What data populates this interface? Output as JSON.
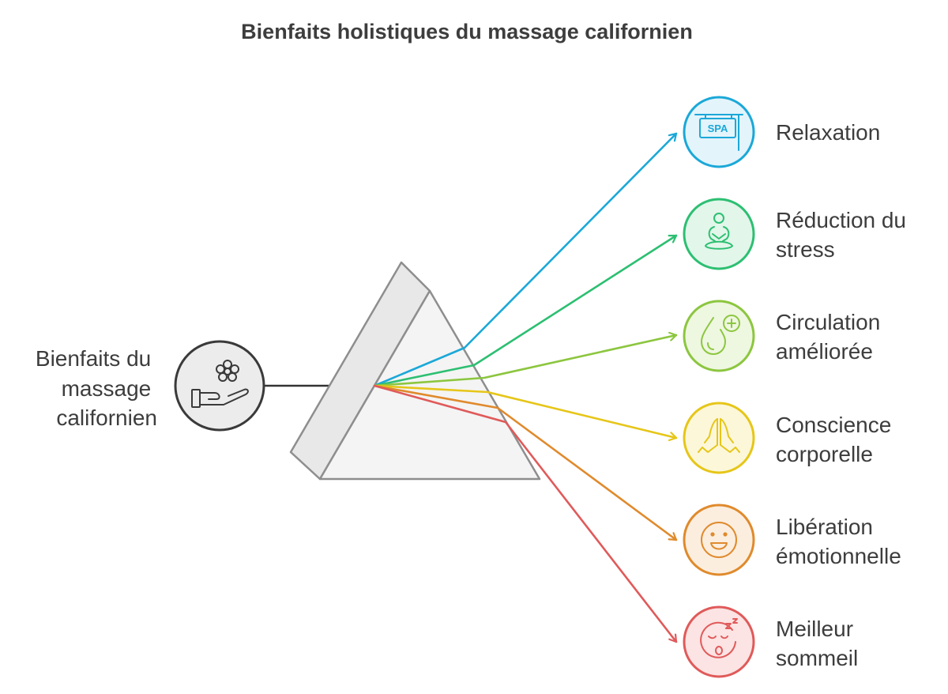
{
  "title": "Bienfaits holistiques du massage californien",
  "source": {
    "lines": [
      "Bienfaits du",
      "massage",
      "californien"
    ],
    "icon": "hand-flower-icon"
  },
  "benefits": [
    {
      "lines": [
        "Relaxation"
      ],
      "icon": "spa-sign-icon",
      "color": "#1ba8d8",
      "fill": "#e3f4fb"
    },
    {
      "lines": [
        "Réduction du",
        "stress"
      ],
      "icon": "meditation-icon",
      "color": "#2dbf72",
      "fill": "#e2f6ea"
    },
    {
      "lines": [
        "Circulation",
        "améliorée"
      ],
      "icon": "blood-drop-plus-icon",
      "color": "#8cc63f",
      "fill": "#eef7e0"
    },
    {
      "lines": [
        "Conscience",
        "corporelle"
      ],
      "icon": "praying-hands-icon",
      "color": "#e6c619",
      "fill": "#fcf7d9"
    },
    {
      "lines": [
        "Libération",
        "émotionnelle"
      ],
      "icon": "smiling-face-icon",
      "color": "#e08a2c",
      "fill": "#fbeedf"
    },
    {
      "lines": [
        "Meilleur",
        "sommeil"
      ],
      "icon": "sleeping-face-icon",
      "color": "#e05a5a",
      "fill": "#fbe4e3"
    }
  ]
}
